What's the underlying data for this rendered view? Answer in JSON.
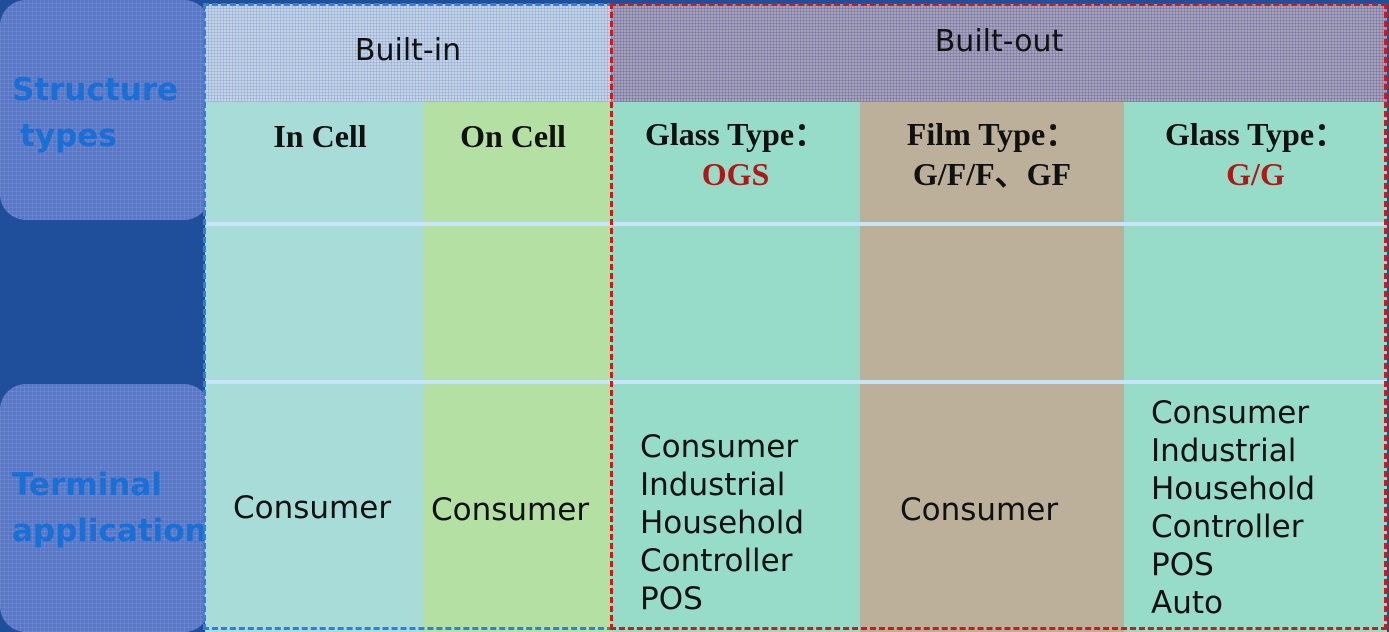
{
  "labels": {
    "structure_types_line1": "Structure",
    "structure_types_line2": "types",
    "terminal_application_line1": "Terminal",
    "terminal_application_line2": "application"
  },
  "groups": {
    "built_in": "Built-in",
    "built_out": "Built-out"
  },
  "columns": [
    {
      "title": "In Cell",
      "subtitle": "",
      "apps": [
        "Consumer"
      ],
      "color": "#a8dcd8"
    },
    {
      "title": "On Cell",
      "subtitle": "",
      "apps": [
        "Consumer"
      ],
      "color": "#b4e0a4"
    },
    {
      "title": "Glass Type：",
      "subtitle": "OGS",
      "apps": [
        "Consumer",
        "Industrial",
        "Household",
        "Controller",
        "POS"
      ],
      "color": "#97dcc8"
    },
    {
      "title": "Film Type：",
      "subtitle": "G/F/F、GF",
      "apps": [
        "Consumer"
      ],
      "color": "#bcb09a"
    },
    {
      "title": "Glass Type：",
      "subtitle": "G/G",
      "apps": [
        "Consumer",
        "Industrial",
        "Household",
        "Controller",
        "POS",
        "Auto"
      ],
      "color": "#97dcc8"
    }
  ],
  "colors": {
    "background": "#1f4e9a",
    "label_text": "#1a6fd6",
    "highlight_red": "#b01818",
    "built_in_border": "#2d7fe6",
    "built_out_border": "#d01a1a"
  }
}
